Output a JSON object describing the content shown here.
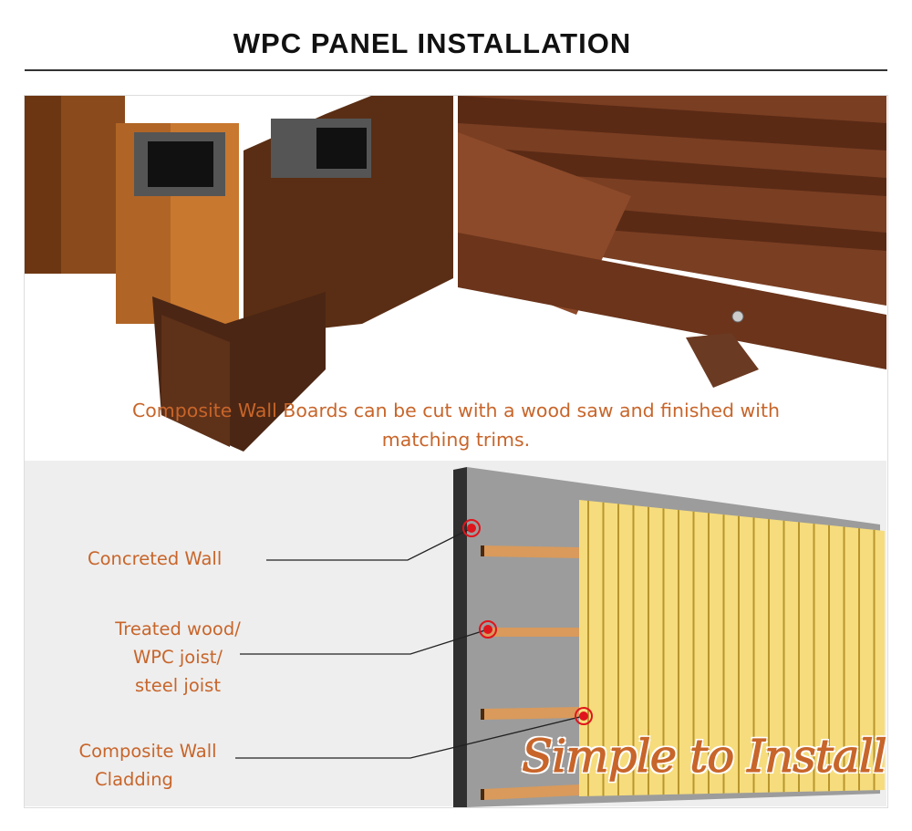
{
  "header": {
    "title": "WPC PANEL INSTALLATION"
  },
  "photos": {
    "caption_line1": "Composite Wall Boards can be cut with a wood saw and finished with",
    "caption_line2": "matching trims."
  },
  "diagram": {
    "labels": [
      {
        "lines": [
          "Concreted Wall"
        ]
      },
      {
        "lines": [
          "Treated wood/",
          "WPC joist/",
          "steel joist"
        ]
      },
      {
        "lines": [
          "Composite Wall",
          "Cladding"
        ]
      }
    ],
    "slogan": "Simple to Install"
  },
  "colors": {
    "accent": "#c8652a",
    "panel": "#f6dc7c",
    "wall": "#999999",
    "marker": "#e0141c"
  }
}
